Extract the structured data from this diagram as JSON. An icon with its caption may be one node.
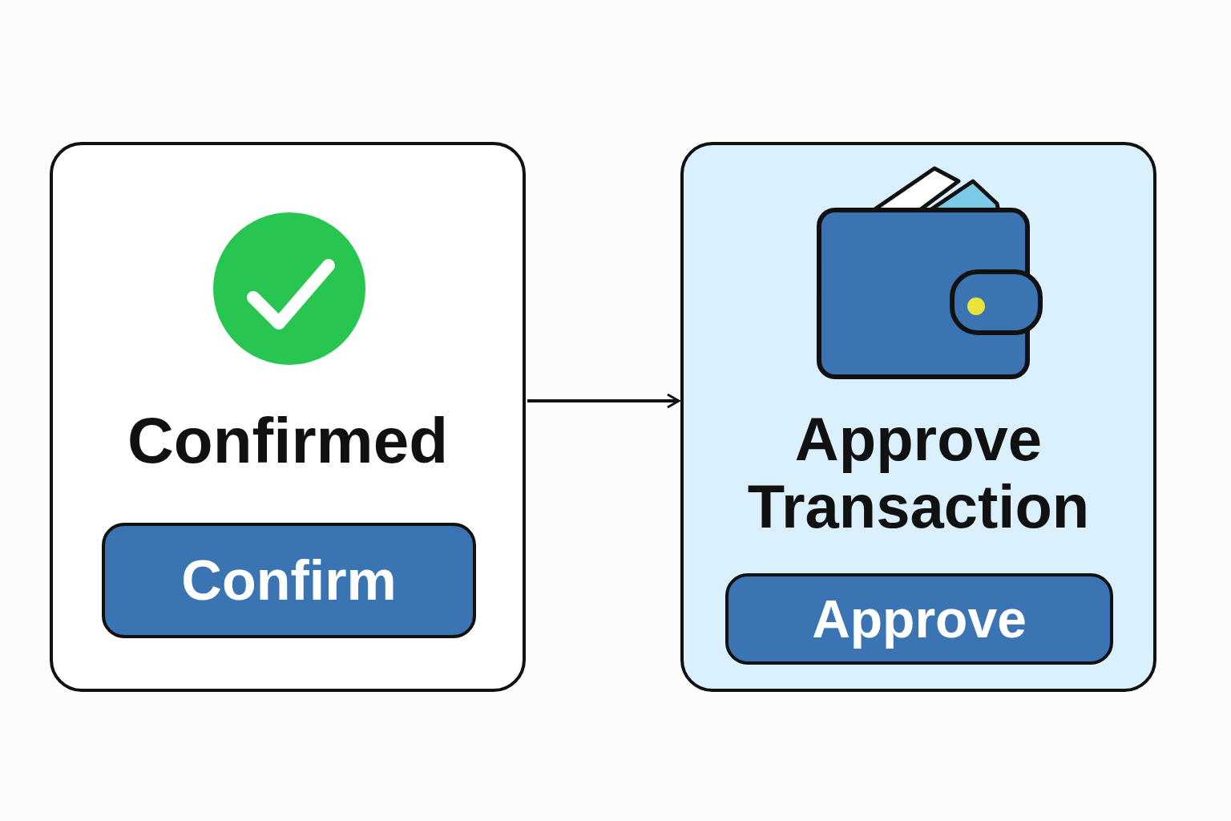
{
  "diagram": {
    "nodes": [
      {
        "text": [
          "Confirmed"
        ]
      },
      {
        "text": [
          "Confirm"
        ],
        "in": 0
      },
      {
        "text": [
          "Approve Transaction"
        ]
      },
      {
        "text": [
          "Approve"
        ],
        "in": 2
      }
    ],
    "edges": [
      {
        "from": 0,
        "to": 2,
        "arrow": "to"
      }
    ]
  }
}
